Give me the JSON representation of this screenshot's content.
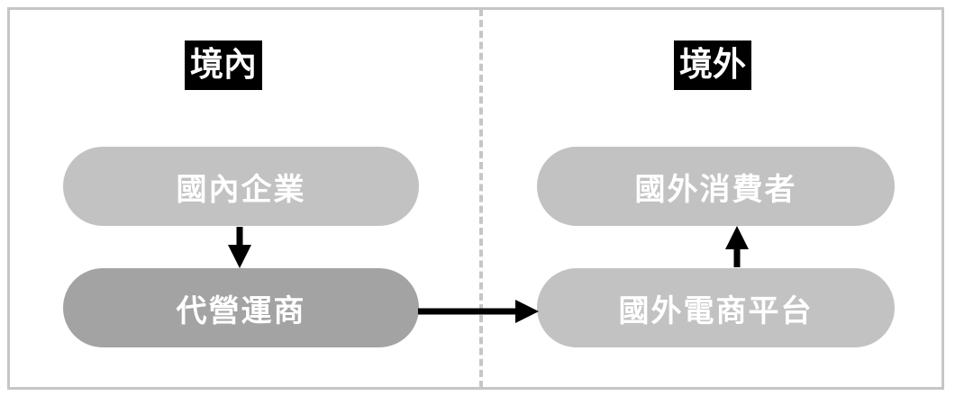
{
  "diagram": {
    "title_hidden": "",
    "frame": {
      "border_color": "#c6c6c6",
      "background": "#ffffff"
    },
    "divider": {
      "style": "dashed",
      "color": "#c6c6c6",
      "orientation": "vertical"
    },
    "zones": [
      {
        "id": "domestic",
        "label": "境內",
        "text_color": "#ffffff",
        "background": "#000000"
      },
      {
        "id": "overseas",
        "label": "境外",
        "text_color": "#ffffff",
        "background": "#000000"
      }
    ],
    "nodes": [
      {
        "id": "domestic-enterprise",
        "label": "國內企業",
        "zone": "domestic",
        "fill": "#c2c2c2",
        "text_color": "#ffffff"
      },
      {
        "id": "operating-agent",
        "label": "代營運商",
        "zone": "domestic",
        "fill": "#a3a3a3",
        "text_color": "#ffffff"
      },
      {
        "id": "foreign-consumer",
        "label": "國外消費者",
        "zone": "overseas",
        "fill": "#c2c2c2",
        "text_color": "#ffffff"
      },
      {
        "id": "foreign-platform",
        "label": "國外電商平台",
        "zone": "overseas",
        "fill": "#c2c2c2",
        "text_color": "#ffffff"
      }
    ],
    "arrows": [
      {
        "id": "enterprise-to-agent",
        "from": "domestic-enterprise",
        "to": "operating-agent",
        "direction": "down",
        "color": "#000000"
      },
      {
        "id": "agent-to-platform",
        "from": "operating-agent",
        "to": "foreign-platform",
        "direction": "right",
        "color": "#000000"
      },
      {
        "id": "platform-to-consumer",
        "from": "foreign-platform",
        "to": "foreign-consumer",
        "direction": "up",
        "color": "#000000"
      }
    ]
  }
}
